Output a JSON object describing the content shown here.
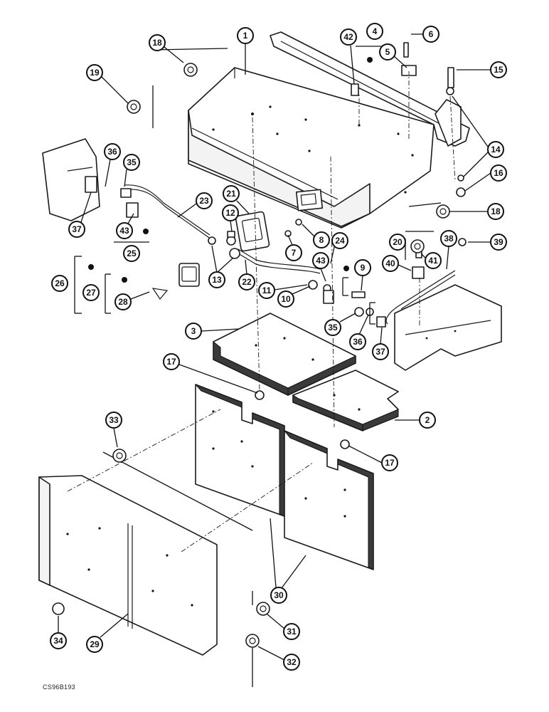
{
  "drawing": {
    "code": "CS96B193",
    "callouts": [
      "1",
      "2",
      "3",
      "4",
      "5",
      "6",
      "7",
      "8",
      "9",
      "10",
      "11",
      "12",
      "13",
      "14",
      "15",
      "16",
      "17",
      "17",
      "18",
      "18",
      "19",
      "20",
      "21",
      "22",
      "23",
      "24",
      "25",
      "26",
      "27",
      "28",
      "29",
      "30",
      "31",
      "32",
      "33",
      "34",
      "35",
      "35",
      "36",
      "36",
      "37",
      "37",
      "38",
      "39",
      "40",
      "41",
      "42",
      "43",
      "43"
    ]
  }
}
